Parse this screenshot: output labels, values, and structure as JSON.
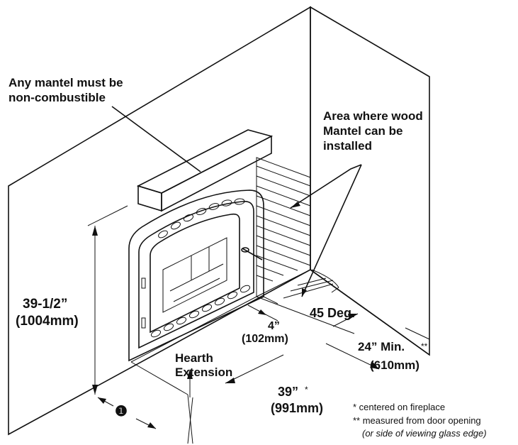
{
  "labels": {
    "mantel_note_1": "Any mantel must be",
    "mantel_note_2": "non-combustible",
    "wood_area_1": "Area where wood",
    "wood_area_2": "Mantel can be",
    "wood_area_3": "installed",
    "height_imperial": "39-1/2”",
    "height_metric": "(1004mm)",
    "side_imperial": "4”",
    "side_metric": "(102mm)",
    "angle": "45 Deg.",
    "depth_imperial": "24” Min.",
    "depth_mark": "**",
    "depth_metric": "(610mm)",
    "hearth_1": "Hearth",
    "hearth_2": "Extension",
    "width_imperial": "39”",
    "width_mark": "*",
    "width_metric": "(991mm)",
    "callout": "❶"
  },
  "footnotes": {
    "centered": "* centered on fireplace",
    "measured": "** measured from door opening",
    "viewing": "(or side of viewing glass edge)"
  }
}
